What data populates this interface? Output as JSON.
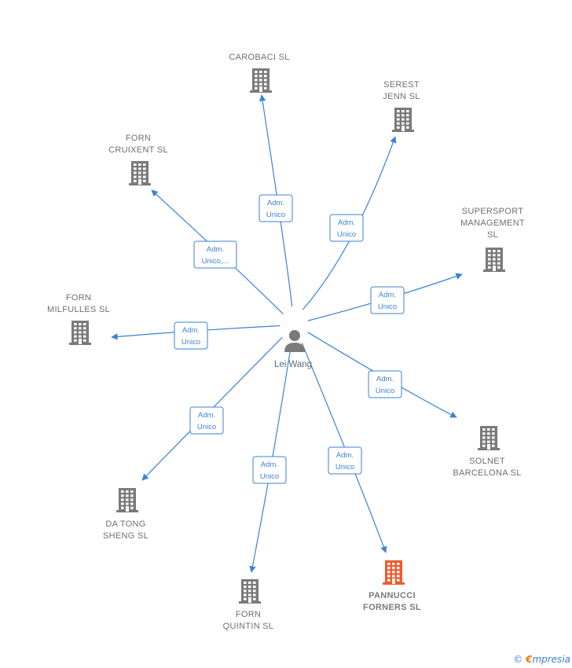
{
  "center": {
    "name": "Lei Wang"
  },
  "colors": {
    "edge": "#3b82d6",
    "building": "#7a7a7a",
    "building_highlight": "#f05a2a",
    "person": "#7a7a7a"
  },
  "companies": [
    {
      "id": "carobaci",
      "label": [
        "CAROBACI  SL"
      ],
      "role": [
        "Adm.",
        "Unico"
      ],
      "highlight": false
    },
    {
      "id": "serest",
      "label": [
        "SEREST",
        "JENN SL"
      ],
      "role": [
        "Adm.",
        "Unico"
      ],
      "highlight": false
    },
    {
      "id": "supersport",
      "label": [
        "SUPERSPORT",
        "MANAGEMENT",
        "SL"
      ],
      "role": [
        "Adm.",
        "Unico"
      ],
      "highlight": false
    },
    {
      "id": "solnet",
      "label": [
        "SOLNET",
        "BARCELONA SL"
      ],
      "role": [
        "Adm.",
        "Unico"
      ],
      "highlight": false
    },
    {
      "id": "pannucci",
      "label": [
        "PANNUCCI",
        "FORNERS  SL"
      ],
      "role": [
        "Adm.",
        "Unico"
      ],
      "highlight": true
    },
    {
      "id": "quintin",
      "label": [
        "FORN",
        "QUINTIN  SL"
      ],
      "role": [
        "Adm.",
        "Unico"
      ],
      "highlight": false
    },
    {
      "id": "datong",
      "label": [
        "DA TONG",
        "SHENG  SL"
      ],
      "role": [
        "Adm.",
        "Unico"
      ],
      "highlight": false
    },
    {
      "id": "milfulles",
      "label": [
        "FORN",
        "MILFULLES  SL"
      ],
      "role": [
        "Adm.",
        "Unico"
      ],
      "highlight": false
    },
    {
      "id": "cruixent",
      "label": [
        "FORN",
        "CRUIXENT SL"
      ],
      "role": [
        "Adm.",
        "Unico,..."
      ],
      "highlight": false
    }
  ],
  "brand": {
    "copyright": "©",
    "e": "€",
    "rest": "mpresia"
  }
}
